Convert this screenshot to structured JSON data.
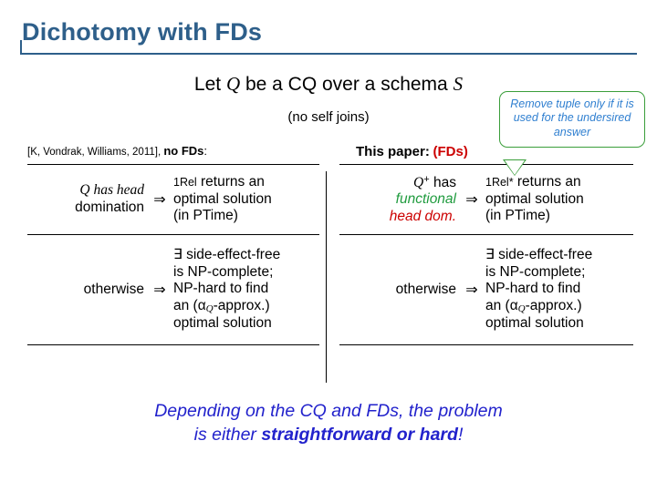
{
  "slide": {
    "title": "Dichotomy with FDs",
    "headline": {
      "pre": "Let ",
      "q": "Q",
      "mid": " be a CQ over a schema ",
      "s": "S"
    },
    "subhead": "(no self joins)",
    "callout": "Remove tuple only if it is used for the undersired answer",
    "left_column": {
      "header_cite": "[K, Vondrak, Williams, 2011], ",
      "header_bold": "no FDs",
      "header_colon": ":",
      "row1": {
        "condition_line1": "Q has head",
        "condition_line2": "domination",
        "arrow": "⇒",
        "result_lead": "1Rel",
        "result_line1": " returns an",
        "result_line2": "optimal solution",
        "result_line3": "(in PTime)"
      },
      "row2": {
        "condition": "otherwise",
        "arrow": "⇒",
        "result_line1": "∃ side-effect-free",
        "result_line2": "is NP-complete;",
        "result_line3": "NP-hard to find",
        "result_line4_a": "an (α",
        "result_line4_sub": "Q",
        "result_line4_b": "-approx.)",
        "result_line5": "optimal solution"
      }
    },
    "right_column": {
      "header_label": "This paper:",
      "header_fds": "(FDs)",
      "row1": {
        "condition_q": "Q",
        "condition_sup": "+",
        "condition_has": " has",
        "condition_line2": "functional",
        "condition_line3": "head dom.",
        "arrow": "⇒",
        "result_lead": "1Rel*",
        "result_line1": " returns an",
        "result_line2": "optimal solution",
        "result_line3": "(in PTime)"
      },
      "row2": {
        "condition": "otherwise",
        "arrow": "⇒",
        "result_line1": "∃ side-effect-free",
        "result_line2": "is NP-complete;",
        "result_line3": "NP-hard to find",
        "result_line4_a": "an (α",
        "result_line4_sub": "Q",
        "result_line4_b": "-approx.)",
        "result_line5": "optimal solution"
      }
    },
    "bottom": {
      "line1": "Depending on the CQ and FDs, the problem",
      "line2_pre": "is either ",
      "line2_strong": "straightforward or hard",
      "line2_post": "!"
    },
    "colors": {
      "title": "#2e5f8a",
      "accent_red": "#cc0000",
      "accent_green": "#1f9b3e",
      "callout_text": "#2f7fd0",
      "callout_border": "#3a9e3a",
      "bottom_text": "#2222cc"
    }
  }
}
